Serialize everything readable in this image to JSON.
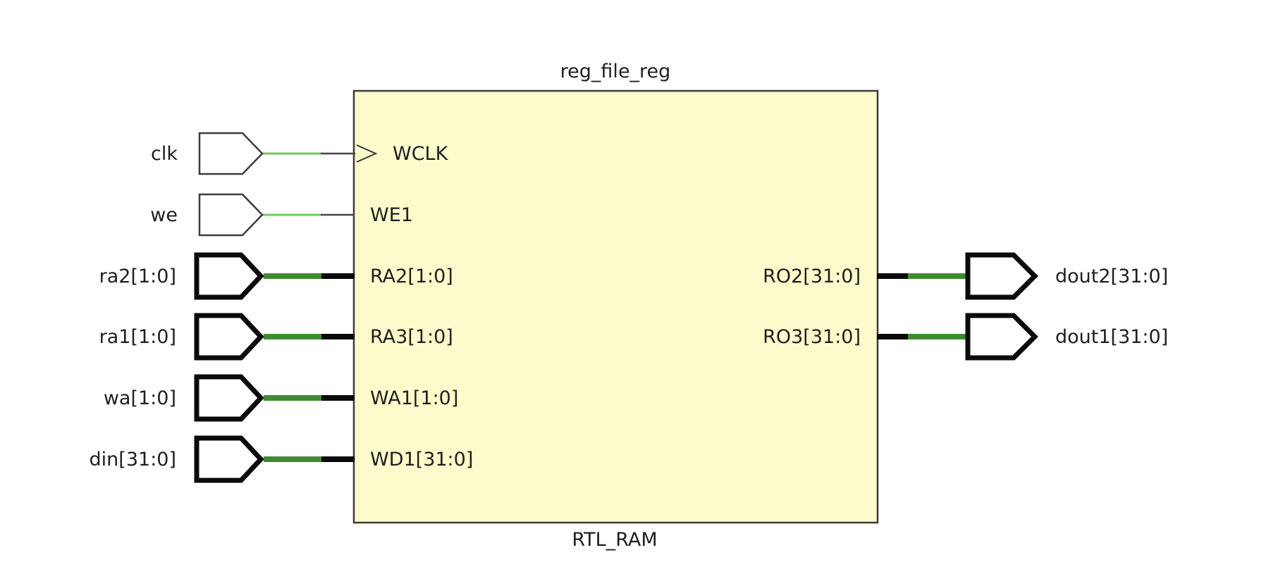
{
  "schematic": {
    "cell": {
      "instance_name": "reg_file_reg",
      "type_label": "RTL_RAM"
    },
    "left_ports": [
      {
        "net": "clk",
        "port": "WCLK",
        "bus": false,
        "clock": true
      },
      {
        "net": "we",
        "port": "WE1",
        "bus": false,
        "clock": false
      },
      {
        "net": "ra2[1:0]",
        "port": "RA2[1:0]",
        "bus": true,
        "clock": false
      },
      {
        "net": "ra1[1:0]",
        "port": "RA3[1:0]",
        "bus": true,
        "clock": false
      },
      {
        "net": "wa[1:0]",
        "port": "WA1[1:0]",
        "bus": true,
        "clock": false
      },
      {
        "net": "din[31:0]",
        "port": "WD1[31:0]",
        "bus": true,
        "clock": false
      }
    ],
    "right_ports": [
      {
        "port": "RO2[31:0]",
        "net": "dout2[31:0]",
        "bus": true
      },
      {
        "port": "RO3[31:0]",
        "net": "dout1[31:0]",
        "bus": true
      }
    ],
    "colors": {
      "background": "#FFFFFF",
      "cell_fill": "#FCFBCB",
      "cell_border": "#3B3B3B",
      "scalar_net_green": "#74C564",
      "scalar_net_stub": "#43434C",
      "bus_net_green": "#3F8C2F",
      "bus_net_stub": "#0A0A0A",
      "pin_outline_scalar": "#3C3C3C",
      "pin_outline_bus": "#0A0A0A",
      "text": "#1F1F1F"
    }
  }
}
